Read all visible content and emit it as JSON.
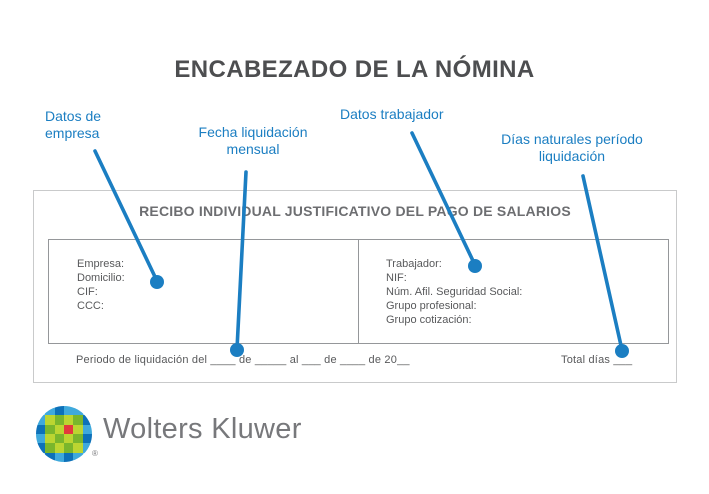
{
  "title": "ENCABEZADO DE LA NÓMINA",
  "colors": {
    "accent_blue": "#1b7ec2",
    "title_gray": "#4d4e50",
    "form_heading_gray": "#6d6e71",
    "form_text_gray": "#58595b",
    "outer_border": "#c9cacb",
    "inner_border": "#95979a",
    "logo_text_gray": "#77787b",
    "logo_red": "#e23a3c",
    "logo_green_light": "#bcd531",
    "logo_green_mid": "#7ab62c",
    "logo_blue_dark": "#0d71b9",
    "logo_blue_mid": "#3fa9dc",
    "logo_blue_light": "#8ed0ee"
  },
  "annotations": [
    {
      "label": "Datos de empresa"
    },
    {
      "label": "Fecha liquidación mensual"
    },
    {
      "label": "Datos trabajador"
    },
    {
      "label": "Días naturales período liquidación"
    }
  ],
  "form": {
    "heading": "RECIBO INDIVIDUAL JUSTIFICATIVO DEL PAGO DE SALARIOS",
    "left_fields": [
      "Empresa:",
      "Domicilio:",
      "CIF:",
      "CCC:"
    ],
    "right_fields": [
      "Trabajador:",
      "NIF:",
      "Núm. Afil. Seguridad Social:",
      "Grupo profesional:",
      "Grupo cotización:"
    ],
    "period_line": "Periodo de liquidación del ____ de _____ al ___ de ____ de 20__",
    "total_days": "Total días ___"
  },
  "logo": {
    "text": "Wolters Kluwer",
    "registered": "®"
  }
}
